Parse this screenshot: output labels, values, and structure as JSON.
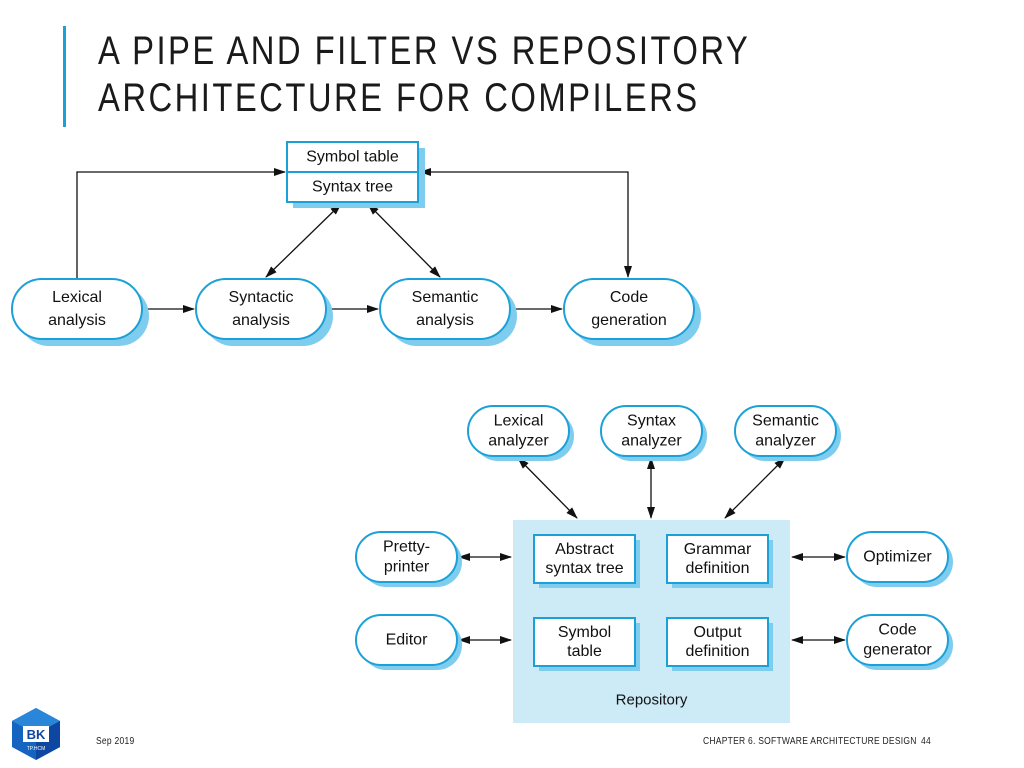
{
  "slide": {
    "title": "A PIPE AND FILTER VS REPOSITORY ARCHITECTURE FOR COMPILERS",
    "footer_date": "Sep 2019",
    "footer_chapter": "CHAPTER 6. SOFTWARE ARCHITECTURE DESIGN",
    "page_number": "44",
    "logo_text": "BK",
    "logo_subtext": "TP.HCM",
    "accent_color": "#1ba1d8"
  },
  "pipe_filter": {
    "shared_store": [
      "Symbol table",
      "Syntax tree"
    ],
    "stages": [
      [
        "Lexical",
        "analysis"
      ],
      [
        "Syntactic",
        "analysis"
      ],
      [
        "Semantic",
        "analysis"
      ],
      [
        "Code",
        "generation"
      ]
    ]
  },
  "repository_arch": {
    "tools_top": [
      [
        "Lexical",
        "analyzer"
      ],
      [
        "Syntax",
        "analyzer"
      ],
      [
        "Semantic",
        "analyzer"
      ]
    ],
    "tools_left": [
      [
        "Pretty-",
        "printer"
      ],
      [
        "Editor"
      ]
    ],
    "tools_right": [
      [
        "Optimizer"
      ],
      [
        "Code",
        "generator"
      ]
    ],
    "repository_items": [
      [
        "Abstract",
        "syntax tree"
      ],
      [
        "Grammar",
        "definition"
      ],
      [
        "Symbol",
        "table"
      ],
      [
        "Output",
        "definition"
      ]
    ],
    "repository_label": "Repository"
  },
  "colors": {
    "node_border": "#1ba1d8",
    "node_shadow": "#7fcdee",
    "repository_fill": "#cdeaf7",
    "arrow": "#111111"
  }
}
